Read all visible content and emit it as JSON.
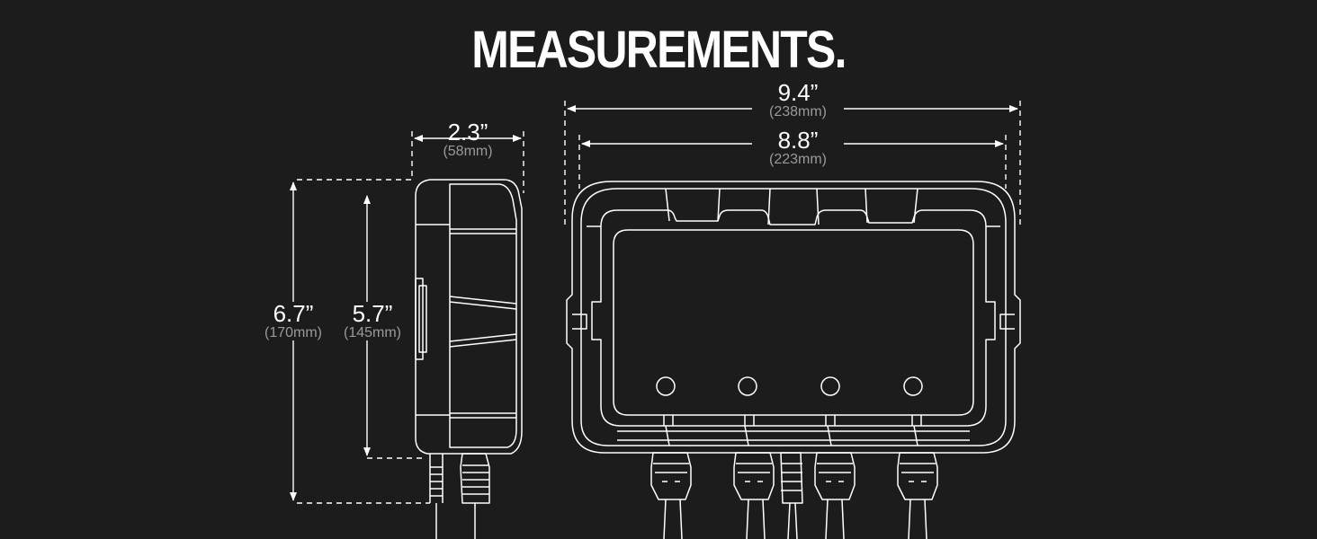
{
  "title": "MEASUREMENTS.",
  "colors": {
    "background": "#1c1c1c",
    "line": "#ffffff",
    "secondary_text": "#9a9a9a"
  },
  "dimensions": {
    "side_depth": {
      "inches": "2.3”",
      "mm": "(58mm)"
    },
    "side_height_total": {
      "inches": "6.7”",
      "mm": "(170mm)"
    },
    "side_height_body": {
      "inches": "5.7”",
      "mm": "(145mm)"
    },
    "front_width_total": {
      "inches": "9.4”",
      "mm": "(238mm)"
    },
    "front_width_body": {
      "inches": "8.8”",
      "mm": "(223mm)"
    }
  }
}
